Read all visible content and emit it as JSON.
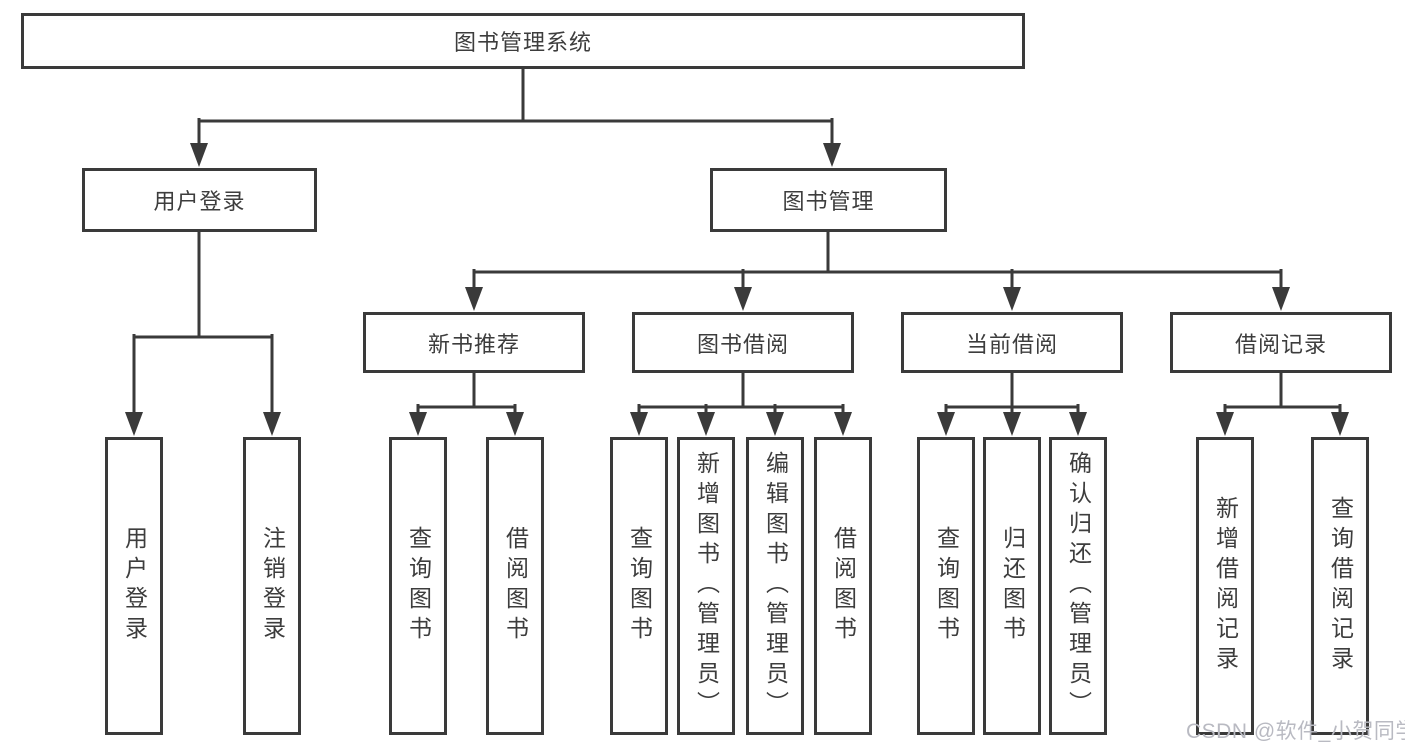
{
  "tree": {
    "label": "图书管理系统",
    "children": [
      {
        "label": "用户登录",
        "children": [
          {
            "label": "用户登录"
          },
          {
            "label": "注销登录"
          }
        ]
      },
      {
        "label": "图书管理",
        "children": [
          {
            "label": "新书推荐",
            "children": [
              {
                "label": "查询图书"
              },
              {
                "label": "借阅图书"
              }
            ]
          },
          {
            "label": "图书借阅",
            "children": [
              {
                "label": "查询图书"
              },
              {
                "label": "新增图书（管理员）"
              },
              {
                "label": "编辑图书（管理员）"
              },
              {
                "label": "借阅图书"
              }
            ]
          },
          {
            "label": "当前借阅",
            "children": [
              {
                "label": "查询图书"
              },
              {
                "label": "归还图书"
              },
              {
                "label": "确认归还（管理员）"
              }
            ]
          },
          {
            "label": "借阅记录",
            "children": [
              {
                "label": "新增借阅记录"
              },
              {
                "label": "查询借阅记录"
              }
            ]
          }
        ]
      }
    ]
  },
  "watermark": {
    "text": "CSDN @软件_小贺同学"
  },
  "colors": {
    "line": "#3a3a3a",
    "box_border": "#3a3a3a",
    "box_fill": "#ffffff",
    "text": "#3d3d3d",
    "watermark": "#b9bac2",
    "background": "#ffffff"
  }
}
